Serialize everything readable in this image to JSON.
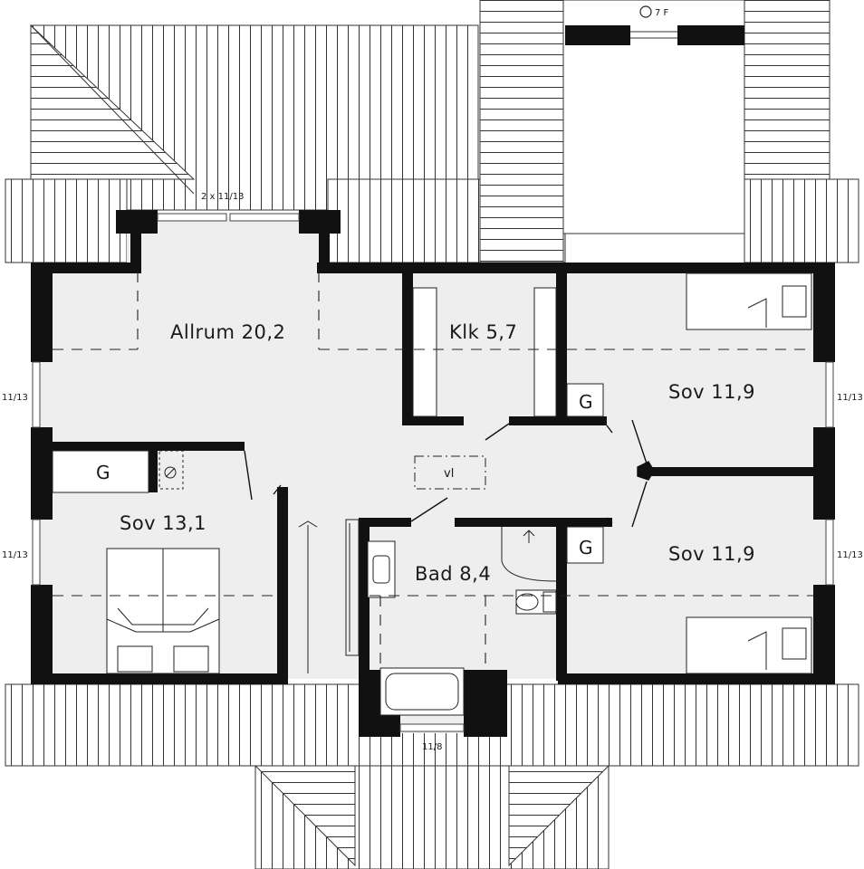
{
  "rooms": {
    "allrum": "Allrum 20,2",
    "klk": "Klk 5,7",
    "sov_ne": "Sov 11,9",
    "sov_w": "Sov 13,1",
    "bad": "Bad 8,4",
    "sov_se": "Sov 11,9"
  },
  "fixtures": {
    "g_w": "G",
    "g_ne": "G",
    "g_se": "G",
    "vl": "vl"
  },
  "windows": {
    "top": "2 x 11/13",
    "left_upper": "11/13",
    "left_lower": "11/13",
    "right_upper": "11/13",
    "right_lower": "11/13",
    "bottom": "11/8",
    "chimney": "7 F"
  },
  "colors": {
    "wall": "#111111",
    "floor": "#eeeeee",
    "roof_line": "#333333"
  }
}
